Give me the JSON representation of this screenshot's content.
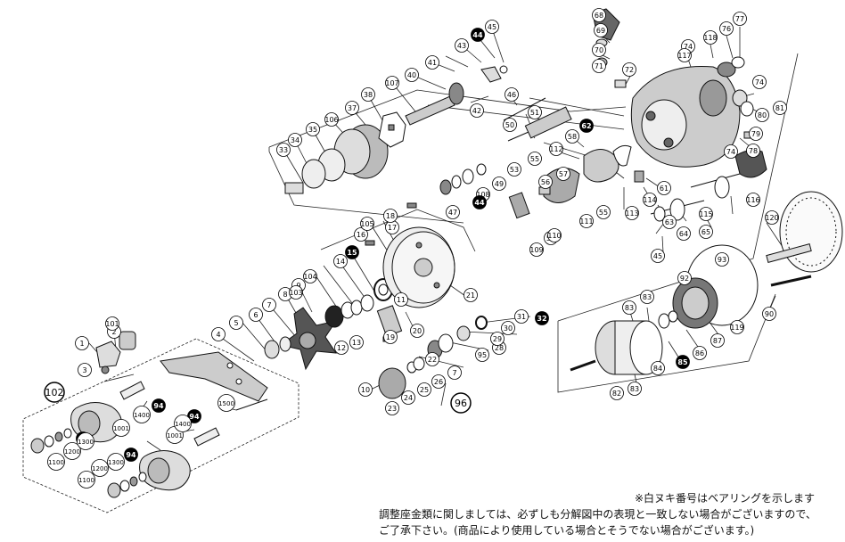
{
  "callouts": [
    {
      "n": "1",
      "f": 0
    },
    {
      "n": "2",
      "f": 0
    },
    {
      "n": "3",
      "f": 0
    },
    {
      "n": "4",
      "f": 0
    },
    {
      "n": "5",
      "f": 0
    },
    {
      "n": "6",
      "f": 0
    },
    {
      "n": "7",
      "f": 0
    },
    {
      "n": "8",
      "f": 0
    },
    {
      "n": "9",
      "f": 0
    },
    {
      "n": "10",
      "f": 0
    },
    {
      "n": "11",
      "f": 0
    },
    {
      "n": "12",
      "f": 0
    },
    {
      "n": "13",
      "f": 0
    },
    {
      "n": "14",
      "f": 0
    },
    {
      "n": "15",
      "f": 1
    },
    {
      "n": "16",
      "f": 0
    },
    {
      "n": "17",
      "f": 0
    },
    {
      "n": "18",
      "f": 0
    },
    {
      "n": "19",
      "f": 0
    },
    {
      "n": "20",
      "f": 0
    },
    {
      "n": "21",
      "f": 0
    },
    {
      "n": "22",
      "f": 0
    },
    {
      "n": "23",
      "f": 0
    },
    {
      "n": "24",
      "f": 0
    },
    {
      "n": "25",
      "f": 0
    },
    {
      "n": "26",
      "f": 0
    },
    {
      "n": "7",
      "f": 0
    },
    {
      "n": "28",
      "f": 0
    },
    {
      "n": "29",
      "f": 0
    },
    {
      "n": "30",
      "f": 0
    },
    {
      "n": "31",
      "f": 0
    },
    {
      "n": "32",
      "f": 1
    },
    {
      "n": "33",
      "f": 0
    },
    {
      "n": "34",
      "f": 0
    },
    {
      "n": "35",
      "f": 0
    },
    {
      "n": "106",
      "f": 0
    },
    {
      "n": "37",
      "f": 0
    },
    {
      "n": "38",
      "f": 0
    },
    {
      "n": "107",
      "f": 0
    },
    {
      "n": "40",
      "f": 0
    },
    {
      "n": "41",
      "f": 0
    },
    {
      "n": "42",
      "f": 0
    },
    {
      "n": "43",
      "f": 0
    },
    {
      "n": "44",
      "f": 1
    },
    {
      "n": "45",
      "f": 0
    },
    {
      "n": "46",
      "f": 0
    },
    {
      "n": "47",
      "f": 0
    },
    {
      "n": "108",
      "f": 0
    },
    {
      "n": "49",
      "f": 0
    },
    {
      "n": "50",
      "f": 0
    },
    {
      "n": "51",
      "f": 0
    },
    {
      "n": "62",
      "f": 1
    },
    {
      "n": "53",
      "f": 0
    },
    {
      "n": "53",
      "f": 0
    },
    {
      "n": "55",
      "f": 0
    },
    {
      "n": "55",
      "f": 0
    },
    {
      "n": "56",
      "f": 0
    },
    {
      "n": "57",
      "f": 0
    },
    {
      "n": "58",
      "f": 0
    },
    {
      "n": "112",
      "f": 0
    },
    {
      "n": "61",
      "f": 0
    },
    {
      "n": "63",
      "f": 0
    },
    {
      "n": "64",
      "f": 0
    },
    {
      "n": "65",
      "f": 0
    },
    {
      "n": "68",
      "f": 0
    },
    {
      "n": "69",
      "f": 0
    },
    {
      "n": "70",
      "f": 0
    },
    {
      "n": "71",
      "f": 0
    },
    {
      "n": "72",
      "f": 0
    },
    {
      "n": "74",
      "f": 0
    },
    {
      "n": "74",
      "f": 0
    },
    {
      "n": "74",
      "f": 0
    },
    {
      "n": "76",
      "f": 0
    },
    {
      "n": "77",
      "f": 0
    },
    {
      "n": "78",
      "f": 0
    },
    {
      "n": "79",
      "f": 0
    },
    {
      "n": "80",
      "f": 0
    },
    {
      "n": "81",
      "f": 0
    },
    {
      "n": "82",
      "f": 0
    },
    {
      "n": "83",
      "f": 0
    },
    {
      "n": "83",
      "f": 0
    },
    {
      "n": "83",
      "f": 0
    },
    {
      "n": "84",
      "f": 0
    },
    {
      "n": "85",
      "f": 1
    },
    {
      "n": "86",
      "f": 0
    },
    {
      "n": "87",
      "f": 0
    },
    {
      "n": "90",
      "f": 0
    },
    {
      "n": "92",
      "f": 0
    },
    {
      "n": "93",
      "f": 0
    },
    {
      "n": "94",
      "f": 1
    },
    {
      "n": "94",
      "f": 1
    },
    {
      "n": "94",
      "f": 1
    },
    {
      "n": "94",
      "f": 1
    },
    {
      "n": "95",
      "f": 0
    },
    {
      "n": "96",
      "f": 0
    },
    {
      "n": "101",
      "f": 0
    },
    {
      "n": "102",
      "f": 0
    },
    {
      "n": "103",
      "f": 0
    },
    {
      "n": "104",
      "f": 0
    },
    {
      "n": "105",
      "f": 0
    },
    {
      "n": "109",
      "f": 0
    },
    {
      "n": "110",
      "f": 0
    },
    {
      "n": "111",
      "f": 0
    },
    {
      "n": "113",
      "f": 0
    },
    {
      "n": "114",
      "f": 0
    },
    {
      "n": "115",
      "f": 0
    },
    {
      "n": "116",
      "f": 0
    },
    {
      "n": "117",
      "f": 0
    },
    {
      "n": "118",
      "f": 0
    },
    {
      "n": "119",
      "f": 0
    },
    {
      "n": "120",
      "f": 0
    },
    {
      "n": "1001",
      "f": 0
    },
    {
      "n": "1001",
      "f": 0
    },
    {
      "n": "1100",
      "f": 0
    },
    {
      "n": "1100",
      "f": 0
    },
    {
      "n": "1200",
      "f": 0
    },
    {
      "n": "1200",
      "f": 0
    },
    {
      "n": "1300",
      "f": 0
    },
    {
      "n": "1300",
      "f": 0
    },
    {
      "n": "1400",
      "f": 0
    },
    {
      "n": "1400",
      "f": 0
    },
    {
      "n": "1500",
      "f": 0
    },
    {
      "n": "44",
      "f": 1
    },
    {
      "n": "45",
      "f": 0
    }
  ],
  "notes": {
    "line1": "※白ヌキ番号はベアリングを示します",
    "line2": "調整座金類に関しましては、必ずしも分解図中の表現と一致しない場合がございますので、",
    "line3": "ご了承下さい。(商品により使用している場合とそうでない場合がございます。)"
  }
}
